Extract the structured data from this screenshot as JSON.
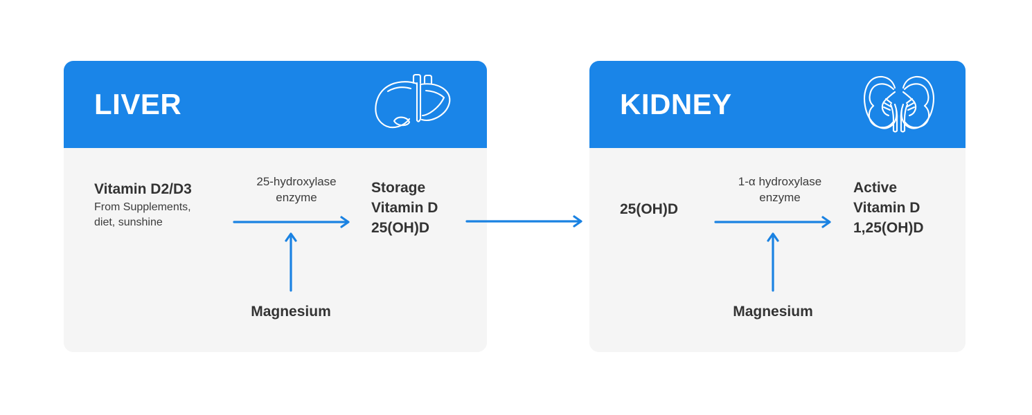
{
  "colors": {
    "brand_blue": "#1a85e8",
    "arrow_blue": "#1a82e2",
    "card_body": "#f5f5f5",
    "text_dark": "#333333",
    "page_background": "#ffffff",
    "header_text": "#ffffff"
  },
  "diagram": {
    "type": "flow",
    "description": "Vitamin D metabolism pathway through liver and kidney"
  },
  "cards": [
    {
      "id": "liver",
      "title": "LIVER",
      "icon": "liver-icon",
      "input": {
        "title": "Vitamin D2/D3",
        "subtitle": "From Supplements,\ndiet, sunshine"
      },
      "enzyme": "25-hydroxylase\nenzyme",
      "output": "Storage\nVitamin D\n25(OH)D",
      "cofactor": "Magnesium"
    },
    {
      "id": "kidney",
      "title": "KIDNEY",
      "icon": "kidney-icon",
      "input": {
        "title": "25(OH)D",
        "subtitle": ""
      },
      "enzyme": "1-α hydroxylase\nenzyme",
      "output": "Active\nVitamin D\n1,25(OH)D",
      "cofactor": "Magnesium"
    }
  ],
  "connector": {
    "label": "",
    "from": "liver",
    "to": "kidney"
  }
}
